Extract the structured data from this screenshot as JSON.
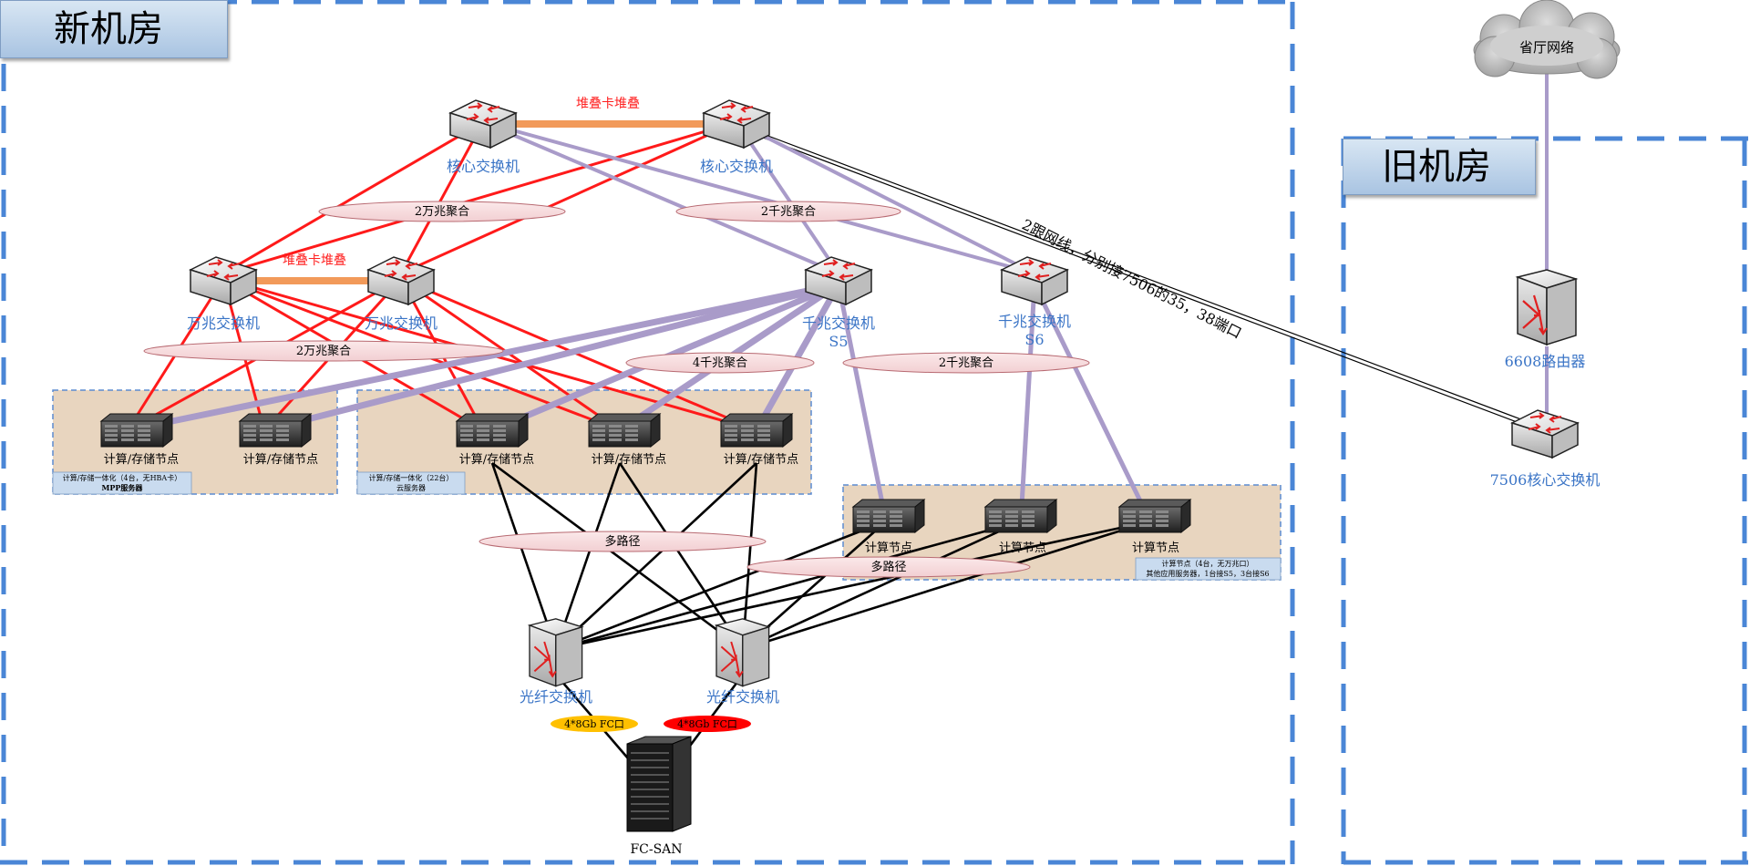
{
  "rooms": {
    "new_room": "新机房",
    "old_room": "旧机房"
  },
  "cloud": {
    "label": "省厅网络"
  },
  "switches": {
    "core1": "核心交换机",
    "core2": "核心交换机",
    "tenG1": "万兆交换机",
    "tenG2": "万兆交换机",
    "gigS5": "千兆交换机",
    "gigS5_sub": "S5",
    "gigS6": "千兆交换机",
    "gigS6_sub": "S6",
    "router6608": "6608路由器",
    "core7506": "7506核心交换机",
    "fc1": "光纤交换机",
    "fc2": "光纤交换机",
    "san": "FC-SAN"
  },
  "stack_labels": {
    "core": "堆叠卡堆叠",
    "tenG": "堆叠卡堆叠"
  },
  "aggregations": {
    "a1": "2万兆聚合",
    "a2": "2千兆聚合",
    "a3": "2万兆聚合",
    "a4": "4千兆聚合",
    "a5": "2千兆聚合",
    "m1": "多路径",
    "m2": "多路径"
  },
  "cable_note": "2跟网线，分别接7506的35，38端口",
  "fc_ports": {
    "yellow": "4*8Gb FC口",
    "red": "4*8Gb FC口"
  },
  "node_label": "计算/存储节点",
  "compute_label": "计算节点",
  "groups": {
    "mpp_line1": "计算/存储一体化（4台，无HBA卡）",
    "mpp_line2": "MPP服务器",
    "cloud_line1": "计算/存储一体化（22台）",
    "cloud_line2": "云服务器",
    "other_line1": "计算节点（4台，无万兆口）",
    "other_line2": "其他应用服务器，1台接S5，3台接S6"
  },
  "colors": {
    "red_link": "#ff1a1a",
    "purple_link": "#a99bc9",
    "stack_bar": "#f29a5a",
    "dash_border": "#4a86d6",
    "group_fill": "#e8d5bf"
  },
  "icons": {
    "switch": "switch-icon",
    "server": "server-icon",
    "cloud": "cloud-icon",
    "storage": "storage-rack-icon"
  }
}
